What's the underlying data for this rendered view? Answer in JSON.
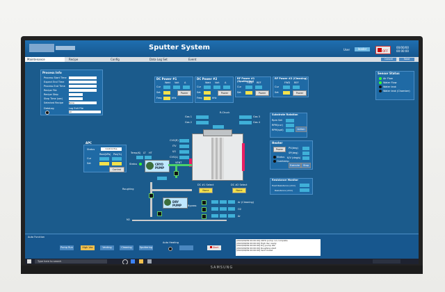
{
  "app": {
    "title": "Sputter System",
    "user_label": "User",
    "user_value": "leader",
    "off_label": "OFF",
    "date": "00/00/00",
    "time": "00:00:00"
  },
  "tabs": [
    "Maintenance",
    "Recipe",
    "Config",
    "Data Log Set",
    "Event"
  ],
  "top_buttons": {
    "cancel": "Cancel",
    "save": "Save"
  },
  "process_info": {
    "title": "Process Info",
    "rows": [
      "Process Start Time",
      "Expect End Time",
      "Process End Time",
      "Recipe File",
      "Recipe Step",
      "Step Time (sec)",
      "Selected Recipe"
    ],
    "selected_recipe_value": "None",
    "datalog_label": "DataLog",
    "logfile_label": "Log Exit File",
    "logfile_value": "All"
  },
  "dc_power1": {
    "title": "DC Power #1",
    "cols": [
      "Watt",
      "Volt",
      "A"
    ],
    "rows": [
      "Cur",
      "Set",
      "Freq"
    ],
    "freq_unit": "kHz",
    "power_btn": "Power"
  },
  "dc_power2": {
    "title": "DC Power #2",
    "cols": [
      "Watt",
      "Volt",
      "A"
    ],
    "rows": [
      "Cur",
      "Set",
      "Freq"
    ],
    "freq_unit": "kHz",
    "power_btn": "Power"
  },
  "rf_power1": {
    "title": "RF Power #1 (Sputtering)",
    "cols": [
      "FWD",
      "REF"
    ],
    "rows": [
      "Cur",
      "Set"
    ],
    "power_btn": "Power"
  },
  "rf_power2": {
    "title": "RF Power #2 (Cleaning)",
    "cols": [
      "FWD",
      "REF"
    ],
    "rows": [
      "Cur",
      "Set"
    ],
    "power_btn": "Power"
  },
  "sensor_status": {
    "title": "Sensor Status",
    "items": [
      "Air Flow",
      "Water Flow",
      "Water leak",
      "Water leak (Chamber)"
    ]
  },
  "chamber": {
    "gas1": "Gas 1",
    "gas2": "Gas 2",
    "gas3": "Gas 3",
    "gas4": "Gas 4",
    "rchuck": "R-Chuck",
    "cvg_r": "CVG(R)",
    "itv": "ITV",
    "ig": "I/G",
    "cvg_l": "CVG(L)",
    "vent": "VENT",
    "dc1_select": "DC #1 Select",
    "dc2_select": "DC #2 Select",
    "none1": "None",
    "none2": "None"
  },
  "pumps": {
    "cryo": "CRYO PUMP",
    "dry": "DRY PUMP",
    "temp_label": "Temp(K)",
    "lt": "LT",
    "ht": "HT",
    "status_label": "Status",
    "n2": "N2",
    "roughing": "Roughing",
    "bypass": "Bypass",
    "ar_cleaning": "Ar (Cleaning)",
    "o2": "O2",
    "ar": "Ar"
  },
  "apc": {
    "title": "APC",
    "status_label": "Status",
    "status_value": "Control Pos",
    "col1": "Real(kPa)",
    "col2": "Pos(%)",
    "cur": "Cur",
    "set": "Set",
    "control_btn": "Control"
  },
  "substrate": {
    "title": "Substrate Rotation",
    "rpm_set": "Rpm Set",
    "rpm_cur": "RPM(cur)",
    "rpm_spd": "RPM(spd)",
    "action_btn": "Action"
  },
  "heater": {
    "title": "Heater",
    "power_btn": "Power",
    "pv": "PV(deg)",
    "sp": "SP(deg)",
    "ksv": "K/V (deg/s)",
    "status": "Status",
    "overtemp": "Overtemp",
    "execute_btn": "Execute",
    "stop_btn": "Stop"
  },
  "resistance": {
    "title": "Resistance Monitor",
    "heat_label": "Heat Resistance (ohm)",
    "res_label": "Resistance (ohm)"
  },
  "bottom": {
    "auto_func": "Auto Function",
    "buttons": [
      "Pump Run",
      "High Vac",
      "Venting",
      "Cleaning",
      "Sputtering"
    ],
    "auto_heating": "Auto Heating",
    "start": "Start",
    "log_lines": [
      "[2024/09/09 00:00:00] CRYO pump run complete",
      "[2024/09/09 00:00:00] High Vac ready",
      "[2024/09/09 00:00:00] Dry pump ON",
      "[2024/09/09 00:00:00] Roughing start",
      "[2024/09/09 00:00:00] Vent closed"
    ]
  },
  "taskbar": {
    "search_placeholder": "Type here to search"
  },
  "monitor_brand": "SAMSUNG"
}
